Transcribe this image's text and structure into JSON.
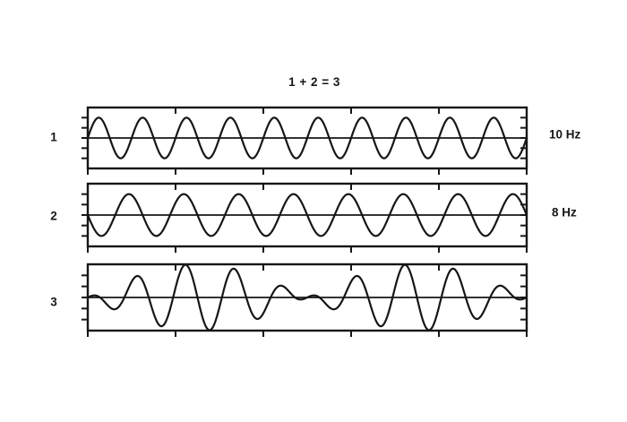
{
  "figure": {
    "title": "1 + 2 = 3",
    "ink": "#161616",
    "background": "#ffffff"
  },
  "chart_data": {
    "type": "line",
    "title": "1 + 2 = 3",
    "grid": false,
    "x_axis": {
      "range": [
        0,
        1
      ],
      "ticks": [
        0,
        0.2,
        0.4,
        0.6,
        0.8,
        1.0
      ],
      "tick_labels_shown": false
    },
    "panels": [
      {
        "id": 1,
        "label": "1",
        "annotation": "10 Hz",
        "signal": {
          "form": "sine",
          "frequency_hz": 10,
          "amplitude": 1,
          "phase_deg": 0
        },
        "cycles_shown": 10,
        "starts": "upward",
        "y_range": [
          -1.5,
          1.5
        ]
      },
      {
        "id": 2,
        "label": "2",
        "annotation": "8 Hz",
        "signal": {
          "form": "sine",
          "frequency_hz": 8,
          "amplitude": 1,
          "phase_deg": 180
        },
        "cycles_shown": 8,
        "starts": "downward",
        "y_range": [
          -1.5,
          1.5
        ]
      },
      {
        "id": 3,
        "label": "3",
        "annotation": "",
        "signal": {
          "form": "sum",
          "of_panels": [
            1,
            2
          ]
        },
        "carrier_frequency_hz": 9,
        "beat_envelope_hz": 1,
        "peak_amplitude": 1.97,
        "envelope_nodes_t": [
          0,
          0.5,
          1
        ],
        "envelope_maxima_t": [
          0.25,
          0.75
        ],
        "y_range": [
          -2.0,
          2.0
        ]
      }
    ]
  }
}
